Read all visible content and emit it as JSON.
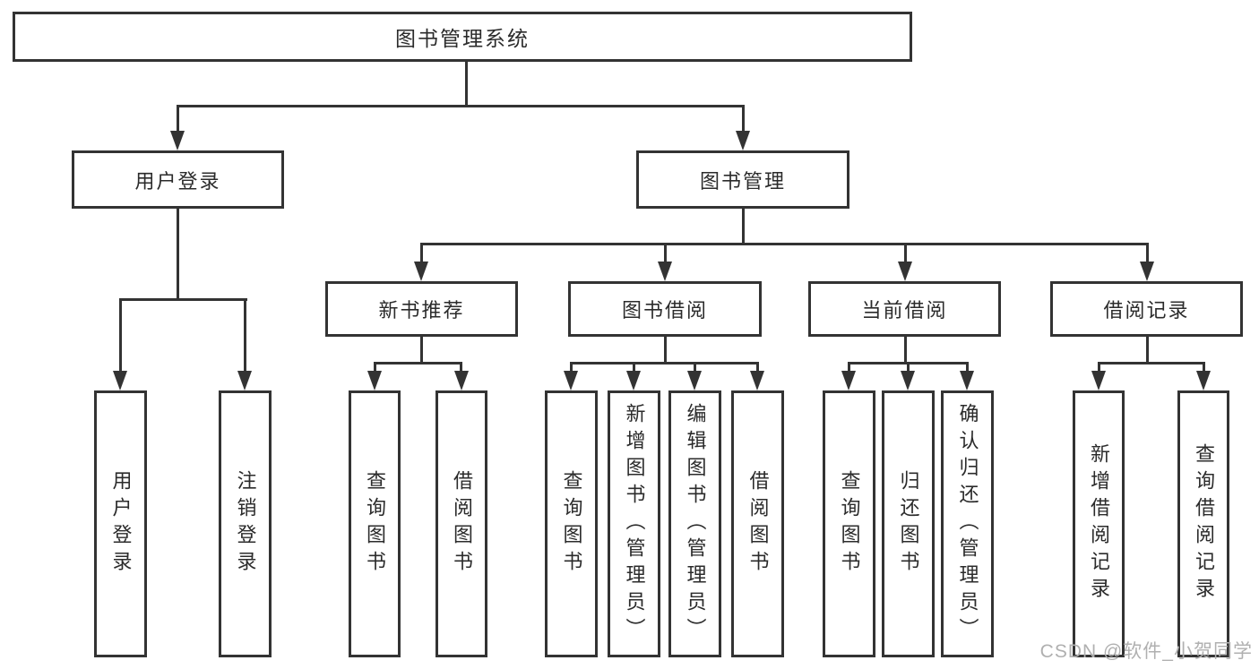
{
  "colors": {
    "line": "#333333",
    "text": "#2b2b2b",
    "watermark": "#b0b0b0",
    "background": "#ffffff"
  },
  "diagram": {
    "type": "hierarchy-tree",
    "title": "图书管理系统",
    "level2": [
      {
        "label": "用户登录",
        "parent": "图书管理系统"
      },
      {
        "label": "图书管理",
        "parent": "图书管理系统"
      }
    ],
    "level3": [
      {
        "label": "新书推荐",
        "parent": "图书管理"
      },
      {
        "label": "图书借阅",
        "parent": "图书管理"
      },
      {
        "label": "当前借阅",
        "parent": "图书管理"
      },
      {
        "label": "借阅记录",
        "parent": "图书管理"
      }
    ],
    "leaves": [
      {
        "label": "用户登录",
        "parent": "用户登录"
      },
      {
        "label": "注销登录",
        "parent": "用户登录"
      },
      {
        "label": "查询图书",
        "parent": "新书推荐"
      },
      {
        "label": "借阅图书",
        "parent": "新书推荐"
      },
      {
        "label": "查询图书",
        "parent": "图书借阅"
      },
      {
        "label": "新增图书（管理员）",
        "parent": "图书借阅"
      },
      {
        "label": "编辑图书（管理员）",
        "parent": "图书借阅"
      },
      {
        "label": "借阅图书",
        "parent": "图书借阅"
      },
      {
        "label": "查询图书",
        "parent": "当前借阅"
      },
      {
        "label": "归还图书",
        "parent": "当前借阅"
      },
      {
        "label": "确认归还（管理员）",
        "parent": "当前借阅"
      },
      {
        "label": "新增借阅记录",
        "parent": "借阅记录"
      },
      {
        "label": "查询借阅记录",
        "parent": "借阅记录"
      }
    ],
    "watermark": "CSDN @软件_小贺同学"
  }
}
